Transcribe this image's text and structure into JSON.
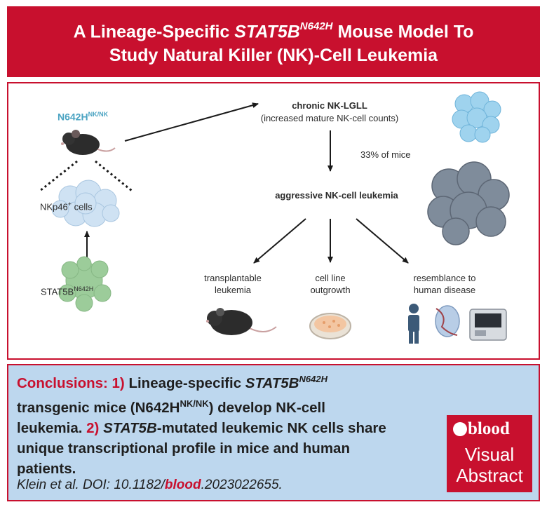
{
  "colors": {
    "red": "#c8102e",
    "panel_blue": "#bdd7ee",
    "teal": "#4aa3c2",
    "green": "#9ccc9a",
    "cell_blue": "#9fd3ee",
    "cell_gray": "#7f8c9b"
  },
  "title": {
    "line1_pre": "A Lineage-Specific ",
    "line1_gene": "STAT5B",
    "line1_sup": "N642H",
    "line1_post": " Mouse Model To",
    "line2": "Study Natural Killer (NK)-Cell Leukemia"
  },
  "diagram": {
    "model_label": "N642H",
    "model_sup": "NK/NK",
    "nkp46_main": "NKp46",
    "nkp46_sup": "+",
    "nkp46_tail": " cells",
    "stat5b_main": "STAT5B",
    "stat5b_sup": "N642H",
    "chronic_title": "chronic NK-LGLL",
    "chronic_sub": "(increased mature NK-cell counts)",
    "percent": "33% of mice",
    "aggressive": "aggressive NK-cell leukemia",
    "outcome1_l1": "transplantable",
    "outcome1_l2": "leukemia",
    "outcome2_l1": "cell line",
    "outcome2_l2": "outgrowth",
    "outcome3_l1": "resemblance to",
    "outcome3_l2": "human disease"
  },
  "conclusion": {
    "label": "Conclusions: 1)",
    "t1": " Lineage-specific ",
    "gene1": "STAT5B",
    "gene1_sup": "N642H",
    "t2": "transgenic mice (N642H",
    "t2_sup": "NK/NK",
    "t3": ") develop NK-cell",
    "t4": "leukemia. ",
    "num2": "2)",
    "t5": " ",
    "gene2": "STAT5B",
    "t6": "-mutated leukemic NK cells share",
    "t7": "unique transcriptional profile in mice and human",
    "t8": "patients."
  },
  "citation": {
    "pre": "Klein et al. DOI: 10.1182/",
    "journal": "blood",
    "post": ".2023022655."
  },
  "badge": {
    "brand": "blood",
    "line1": "Visual",
    "line2": "Abstract"
  }
}
